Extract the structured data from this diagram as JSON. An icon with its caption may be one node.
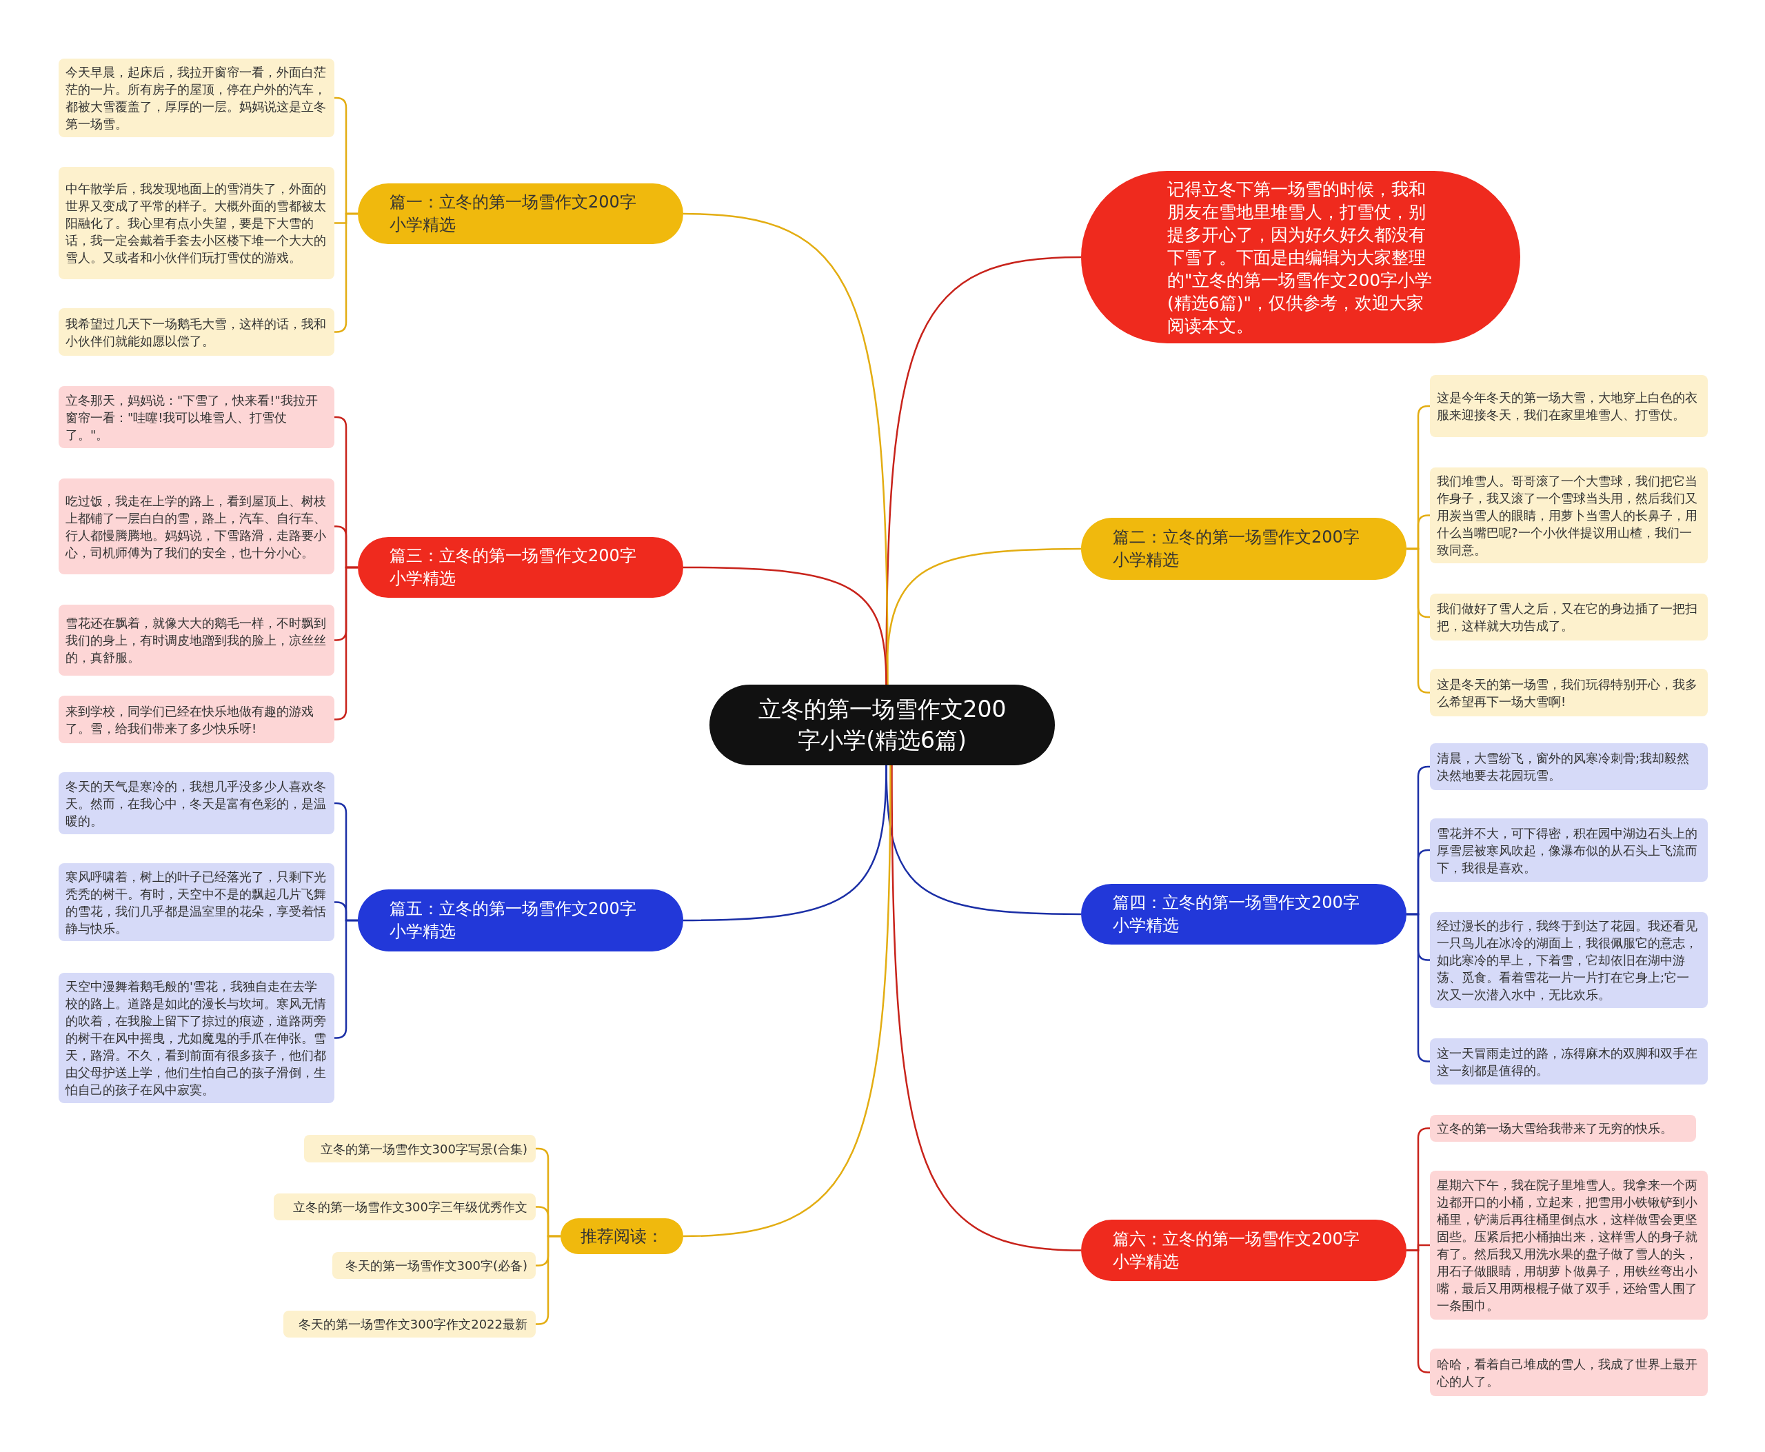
{
  "diagram": {
    "nodes": [
      {
        "text": [
          "立冬的第一场雪作文200字小学(精选6篇)"
        ]
      },
      {
        "text": [
          "记得立冬下第一场雪的时候，我和朋友在雪地里堆雪人，打雪仗，别提多开心了，因为好久好久都没有下雪了。下面是由编辑为大家整理的\"立冬的第一场雪作文200字小学(精选6篇)\"，仅供参考，欢迎大家阅读本文。"
        ]
      },
      {
        "text": [
          "篇一：立冬的第一场雪作文200字小学精选"
        ]
      },
      {
        "text": [
          "今天早晨，起床后，我拉开窗帘一看，外面白茫茫的一片。所有房子的屋顶，停在户外的汽车，都被大雪覆盖了，厚厚的一层。妈妈说这是立冬第一场雪。"
        ]
      },
      {
        "text": [
          "中午散学后，我发现地面上的雪消失了，外面的世界又变成了平常的样子。大概外面的雪都被太阳融化了。我心里有点小失望，要是下大雪的话，我一定会戴着手套去小区楼下堆一个大大的雪人。又或者和小伙伴们玩打雪仗的游戏。"
        ]
      },
      {
        "text": [
          "我希望过几天下一场鹅毛大雪，这样的话，我和小伙伴们就能如愿以偿了。"
        ]
      },
      {
        "text": [
          "篇二：立冬的第一场雪作文200字小学精选"
        ]
      },
      {
        "text": [
          "这是今年冬天的第一场大雪，大地穿上白色的衣服来迎接冬天，我们在家里堆雪人、打雪仗。"
        ]
      },
      {
        "text": [
          "我们堆雪人。哥哥滚了一个大雪球，我们把它当作身子，我又滚了一个雪球当头用，然后我们又用炭当雪人的眼睛，用萝卜当雪人的长鼻子，用什么当嘴巴呢?一个小伙伴提议用山楂，我们一致同意。"
        ]
      },
      {
        "text": [
          "我们做好了雪人之后，又在它的身边插了一把扫把，这样就大功告成了。"
        ]
      },
      {
        "text": [
          "这是冬天的第一场雪，我们玩得特别开心，我多么希望再下一场大雪啊!"
        ]
      },
      {
        "text": [
          "篇三：立冬的第一场雪作文200字小学精选"
        ]
      },
      {
        "text": [
          "立冬那天，妈妈说：\"下雪了，快来看!\"我拉开窗帘一看：\"哇噻!我可以堆雪人、打雪仗了。\"。"
        ]
      },
      {
        "text": [
          "吃过饭，我走在上学的路上，看到屋顶上、树枝上都铺了一层白白的雪，路上，汽车、自行车、行人都慢腾腾地。妈妈说，下雪路滑，走路要小心，司机师傅为了我们的安全，也十分小心。"
        ]
      },
      {
        "text": [
          "雪花还在飘着，就像大大的鹅毛一样，不时飘到我们的身上，有时调皮地蹭到我的脸上，凉丝丝的，真舒服。"
        ]
      },
      {
        "text": [
          "来到学校，同学们已经在快乐地做有趣的游戏了。雪，给我们带来了多少快乐呀!"
        ]
      },
      {
        "text": [
          "篇四：立冬的第一场雪作文200字小学精选"
        ]
      },
      {
        "text": [
          "清晨，大雪纷飞，窗外的风寒冷刺骨;我却毅然决然地要去花园玩雪。"
        ]
      },
      {
        "text": [
          "雪花并不大，可下得密，积在园中湖边石头上的厚雪层被寒风吹起，像瀑布似的从石头上飞流而下，我很是喜欢。"
        ]
      },
      {
        "text": [
          "经过漫长的步行，我终于到达了花园。我还看见一只鸟儿在冰冷的湖面上，我很佩服它的意志，如此寒冷的早上，下着雪，它却依旧在湖中游荡、觅食。看着雪花一片一片打在它身上;它一次又一次潜入水中，无比欢乐。"
        ]
      },
      {
        "text": [
          "这一天冒雨走过的路，冻得麻木的双脚和双手在这一刻都是值得的。"
        ]
      },
      {
        "text": [
          "篇五：立冬的第一场雪作文200字小学精选"
        ]
      },
      {
        "text": [
          "冬天的天气是寒冷的，我想几乎没多少人喜欢冬天。然而，在我心中，冬天是富有色彩的，是温暖的。"
        ]
      },
      {
        "text": [
          "寒风呼啸着，树上的叶子已经落光了，只剩下光秃秃的树干。有时，天空中不是的飘起几片飞舞的雪花，我们几乎都是温室里的花朵，享受着恬静与快乐。"
        ]
      },
      {
        "text": [
          "天空中漫舞着鹅毛般的'雪花，我独自走在去学校的路上。道路是如此的漫长与坎坷。寒风无情的吹着，在我脸上留下了掠过的痕迹，道路两旁的树干在风中摇曳，尤如魔鬼的手爪在伸张。雪天，路滑。不久，看到前面有很多孩子，他们都由父母护送上学，他们生怕自己的孩子滑倒，生怕自己的孩子在风中寂寞。"
        ]
      },
      {
        "text": [
          "篇六：立冬的第一场雪作文200字小学精选"
        ]
      },
      {
        "text": [
          "立冬的第一场大雪给我带来了无穷的快乐。"
        ]
      },
      {
        "text": [
          "星期六下午，我在院子里堆雪人。我拿来一个两边都开口的小桶，立起来，把雪用小铁锹铲到小桶里，铲满后再往桶里倒点水，这样做雪会更坚固些。压紧后把小桶抽出来，这样雪人的身子就有了。然后我又用洗水果的盘子做了雪人的头，用石子做眼睛，用胡萝卜做鼻子，用铁丝弯出小嘴，最后又用两根棍子做了双手，还给雪人围了一条围巾。"
        ]
      },
      {
        "text": [
          "哈哈，看着自己堆成的雪人，我成了世界上最开心的人了。"
        ]
      },
      {
        "text": [
          "推荐阅读："
        ]
      },
      {
        "text": [
          "立冬的第一场雪作文300字写景(合集)"
        ]
      },
      {
        "text": [
          "立冬的第一场雪作文300字三年级优秀作文"
        ]
      },
      {
        "text": [
          "冬天的第一场雪作文300字(必备)"
        ]
      },
      {
        "text": [
          "冬天的第一场雪作文300字作文2022最新"
        ]
      }
    ],
    "edges": [
      {
        "from": 0,
        "to": 1,
        "arrow": "none",
        "color": "#c8231b"
      },
      {
        "from": 0,
        "to": 2,
        "arrow": "none"
      },
      {
        "from": 2,
        "to": 3,
        "arrow": "none"
      },
      {
        "from": 2,
        "to": 4,
        "arrow": "none"
      },
      {
        "from": 2,
        "to": 5,
        "arrow": "none"
      },
      {
        "from": 0,
        "to": 6,
        "arrow": "none"
      },
      {
        "from": 6,
        "to": 7,
        "arrow": "none"
      },
      {
        "from": 6,
        "to": 8,
        "arrow": "none"
      },
      {
        "from": 6,
        "to": 9,
        "arrow": "none"
      },
      {
        "from": 6,
        "to": 10,
        "arrow": "none"
      },
      {
        "from": 0,
        "to": 11,
        "arrow": "none",
        "color": "#c8231b"
      },
      {
        "from": 11,
        "to": 12,
        "arrow": "none",
        "color": "#c8231b"
      },
      {
        "from": 11,
        "to": 13,
        "arrow": "none",
        "color": "#c8231b"
      },
      {
        "from": 11,
        "to": 14,
        "arrow": "none",
        "color": "#c8231b"
      },
      {
        "from": 11,
        "to": 15,
        "arrow": "none",
        "color": "#c8231b"
      },
      {
        "from": 0,
        "to": 16,
        "arrow": "none",
        "color": "#1b2fa6"
      },
      {
        "from": 16,
        "to": 17,
        "arrow": "none",
        "color": "#1b2fa6"
      },
      {
        "from": 16,
        "to": 18,
        "arrow": "none",
        "color": "#1b2fa6"
      },
      {
        "from": 16,
        "to": 19,
        "arrow": "none",
        "color": "#1b2fa6"
      },
      {
        "from": 16,
        "to": 20,
        "arrow": "none",
        "color": "#1b2fa6"
      },
      {
        "from": 0,
        "to": 21,
        "arrow": "none",
        "color": "#1b2fa6"
      },
      {
        "from": 21,
        "to": 22,
        "arrow": "none",
        "color": "#1b2fa6"
      },
      {
        "from": 21,
        "to": 23,
        "arrow": "none",
        "color": "#1b2fa6"
      },
      {
        "from": 21,
        "to": 24,
        "arrow": "none",
        "color": "#1b2fa6"
      },
      {
        "from": 0,
        "to": 25,
        "arrow": "none",
        "color": "#c8231b"
      },
      {
        "from": 25,
        "to": 26,
        "arrow": "none",
        "color": "#c8231b"
      },
      {
        "from": 25,
        "to": 27,
        "arrow": "none",
        "color": "#c8231b"
      },
      {
        "from": 25,
        "to": 28,
        "arrow": "none",
        "color": "#c8231b"
      },
      {
        "from": 0,
        "to": 29,
        "arrow": "none"
      },
      {
        "from": 29,
        "to": 30,
        "arrow": "none"
      },
      {
        "from": 29,
        "to": 31,
        "arrow": "none"
      },
      {
        "from": 29,
        "to": 32,
        "arrow": "none"
      },
      {
        "from": 29,
        "to": 33,
        "arrow": "none"
      }
    ]
  }
}
